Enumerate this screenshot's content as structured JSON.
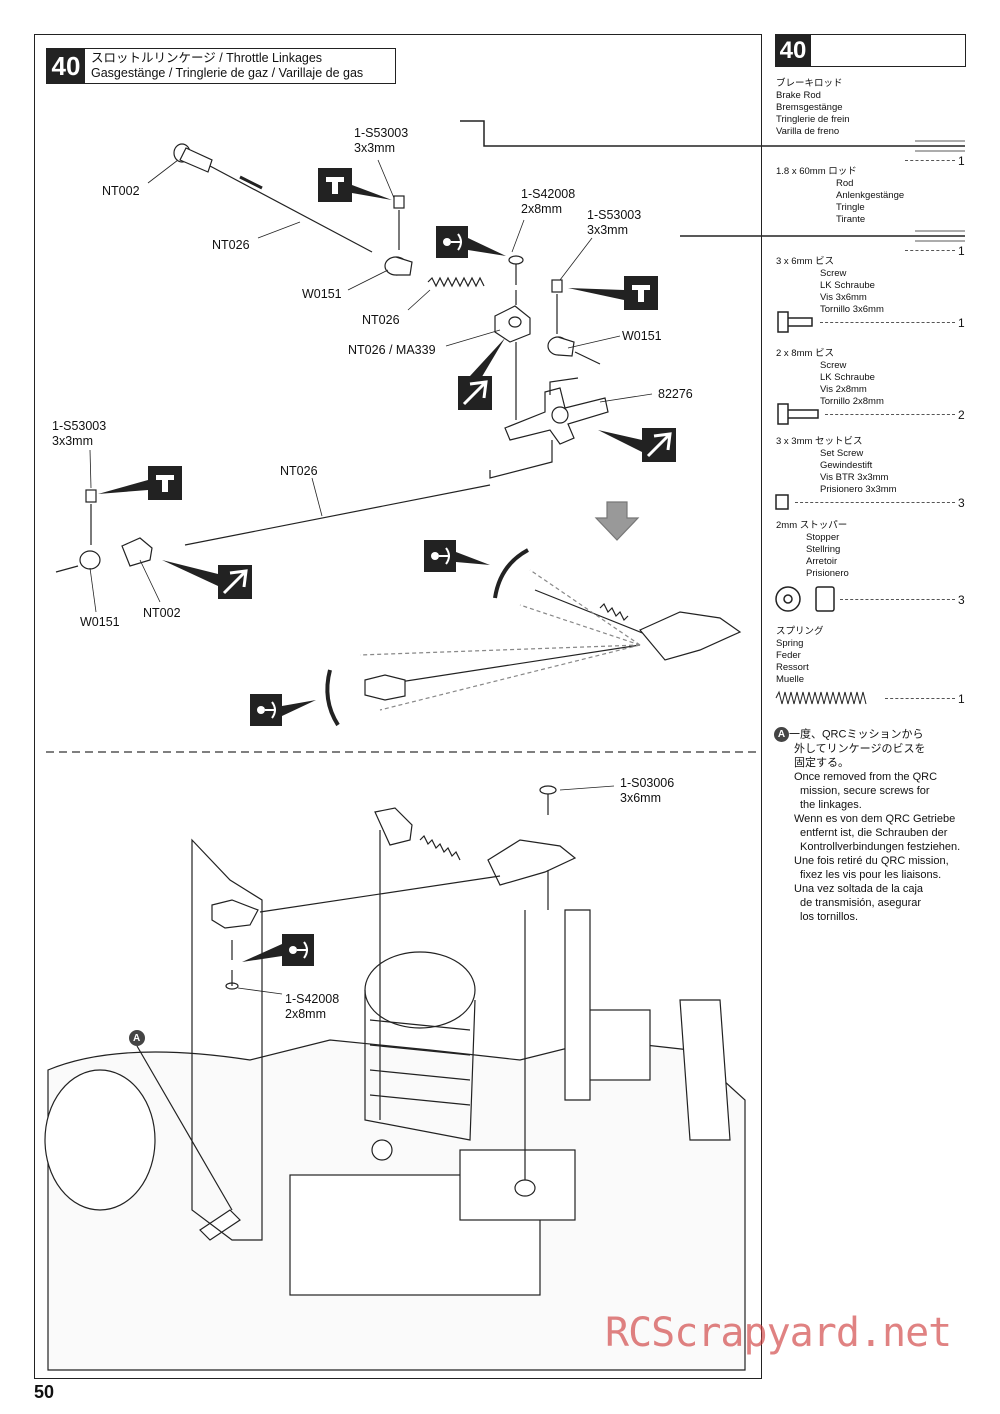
{
  "step": {
    "number": "40",
    "title_line1": "スロットルリンケージ / Throttle Linkages",
    "title_line2": "Gasgestänge / Tringlerie de gaz / Varillaje de gas"
  },
  "parts_panel": {
    "number": "40",
    "items": [
      {
        "lines": [
          "ブレーキロッド",
          "Brake Rod",
          "Bremsgestänge",
          "Tringlerie de frein",
          "Varilla de freno"
        ],
        "qty": "1"
      },
      {
        "lines": [
          "1.8 x 60mm ロッド",
          "Rod",
          "Anlenkgestänge",
          "Tringle",
          "Tirante"
        ],
        "qty": "1"
      },
      {
        "lines": [
          "3 x 6mm ビス",
          "Screw",
          "LK Schraube",
          "Vis 3x6mm",
          "Tornillo 3x6mm"
        ],
        "qty": "1"
      },
      {
        "lines": [
          "2 x 8mm ビス",
          "Screw",
          "LK Schraube",
          "Vis 2x8mm",
          "Tornillo 2x8mm"
        ],
        "qty": "2"
      },
      {
        "lines": [
          "3 x 3mm セットビス",
          "Set Screw",
          "Gewindestift",
          "Vis BTR 3x3mm",
          "Prisionero 3x3mm"
        ],
        "qty": "3"
      },
      {
        "lines": [
          "2mm ストッパー",
          "Stopper",
          "Stellring",
          "Arretoir",
          "Prisionero"
        ],
        "qty": "3"
      },
      {
        "lines": [
          "スプリング",
          "Spring",
          "Feder",
          "Ressort",
          "Muelle"
        ],
        "qty": "1"
      }
    ]
  },
  "note": {
    "badge": "A",
    "lines": [
      "一度、QRCミッションから",
      "外してリンケージのビスを",
      "固定する。",
      "Once removed from the QRC",
      "mission, secure screws for",
      "the linkages.",
      "Wenn es von dem QRC Getriebe",
      "entfernt ist, die Schrauben der",
      "Kontrollverbindungen festziehen.",
      "Une fois retiré du QRC mission,",
      "fixez les vis pour les liaisons.",
      "Una vez soltada de la caja",
      "de transmisión, asegurar",
      "los tornillos."
    ]
  },
  "labels": {
    "nt002_top": "NT002",
    "nt026_top": "NT026",
    "s53003_a": "1-S53003",
    "s53003_a_size": "3x3mm",
    "w0151_a": "W0151",
    "nt026_spring": "NT026",
    "nt026_ma339": "NT026 / MA339",
    "s42008_a": "1-S42008",
    "s42008_a_size": "2x8mm",
    "s53003_b": "1-S53003",
    "s53003_b_size": "3x3mm",
    "w0151_b": "W0151",
    "servo_horn": "82276",
    "s53003_c": "1-S53003",
    "s53003_c_size": "3x3mm",
    "nt026_long": "NT026",
    "w0151_c": "W0151",
    "nt002_bottom": "NT002",
    "s03006": "1-S03006",
    "s03006_size": "3x6mm",
    "s42008_b": "1-S42008",
    "s42008_b_size": "2x8mm",
    "marker_a": "A"
  },
  "page_number": "50",
  "watermark": "RCScrapyard.net"
}
